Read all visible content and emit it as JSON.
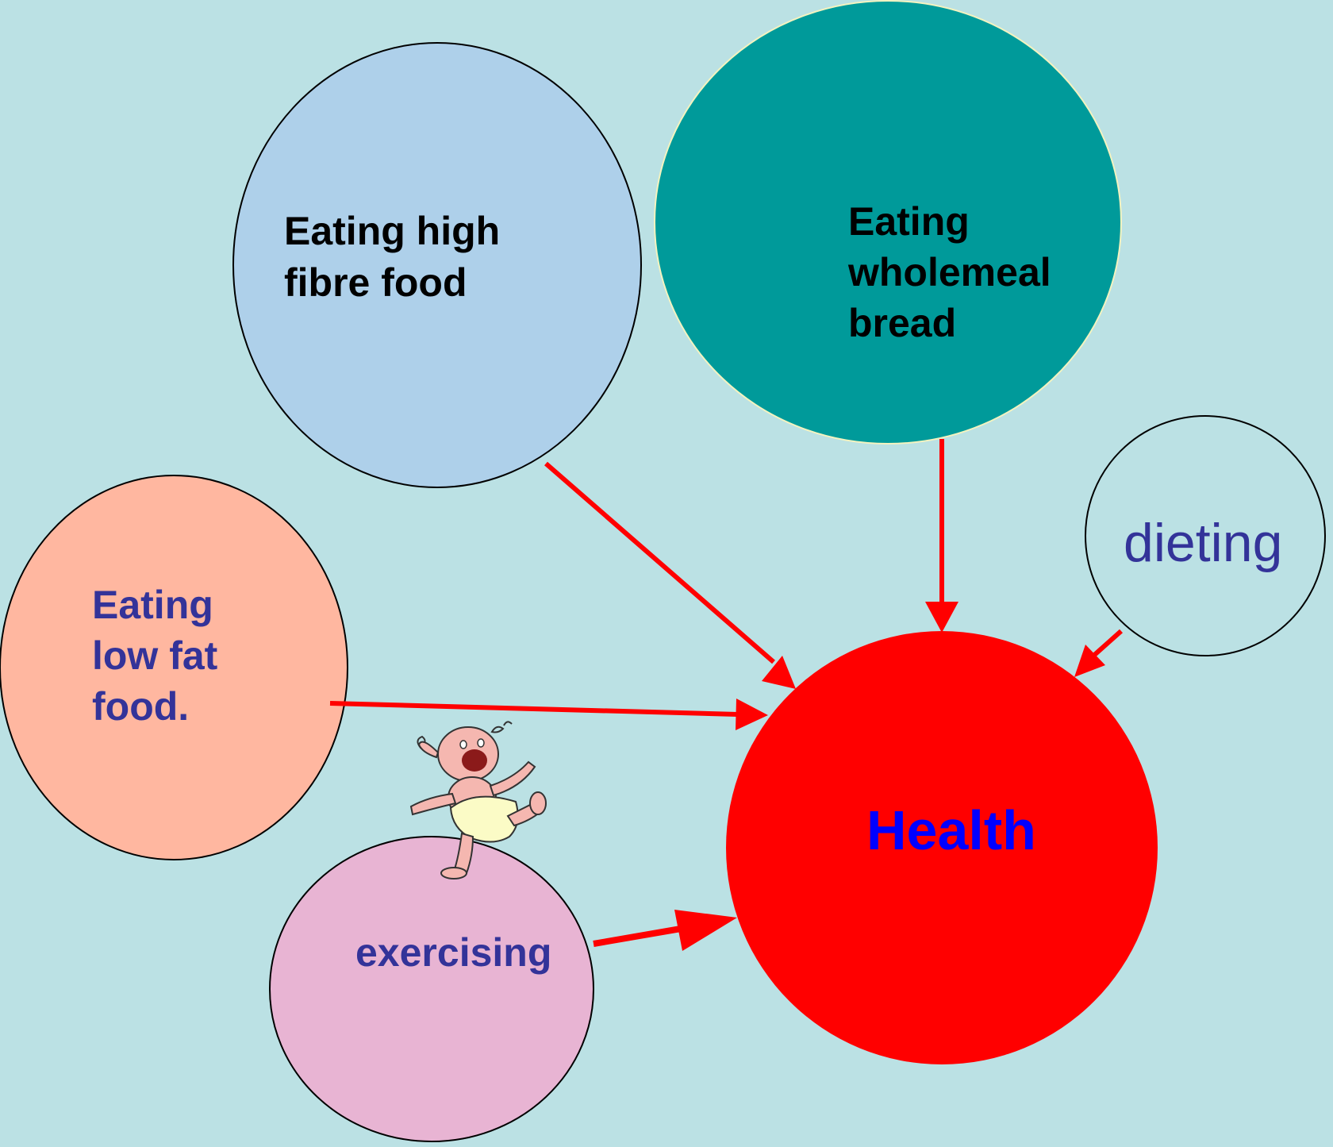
{
  "colors": {
    "background": "#bbe1e4",
    "arrow": "#ff0000"
  },
  "nodes": {
    "high_fibre": {
      "line1": "Eating high",
      "line2": "fibre food",
      "fill": "#aed0ea",
      "text_color": "#000000"
    },
    "wholemeal": {
      "line1": "Eating",
      "line2": "wholemeal",
      "line3": "bread",
      "fill": "#009a9a",
      "text_color": "#000000"
    },
    "dieting": {
      "label": "dieting",
      "fill": "#bbe1e4",
      "text_color": "#333399"
    },
    "low_fat": {
      "line1": "Eating",
      "line2": "low fat",
      "line3": "food.",
      "fill": "#ffb7a0",
      "text_color": "#333399"
    },
    "exercising": {
      "label": "exercising",
      "fill": "#e8b4d3",
      "text_color": "#333399"
    },
    "health": {
      "label": "Health",
      "fill": "#ff0000",
      "text_color": "#0000ff"
    }
  },
  "illustration": {
    "name": "dancing-baby-clipart"
  }
}
